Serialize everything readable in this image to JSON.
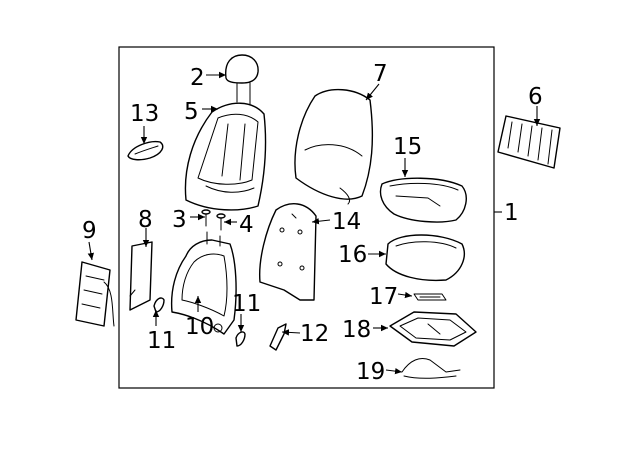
{
  "callouts": {
    "c1": "1",
    "c2": "2",
    "c3": "3",
    "c4": "4",
    "c5": "5",
    "c6": "6",
    "c7": "7",
    "c8": "8",
    "c9": "9",
    "c10": "10",
    "c11a": "11",
    "c11b": "11",
    "c12": "12",
    "c13": "13",
    "c14": "14",
    "c15": "15",
    "c16": "16",
    "c17": "17",
    "c18": "18",
    "c19": "19"
  },
  "colors": {
    "line": "#000000",
    "background": "#ffffff"
  }
}
